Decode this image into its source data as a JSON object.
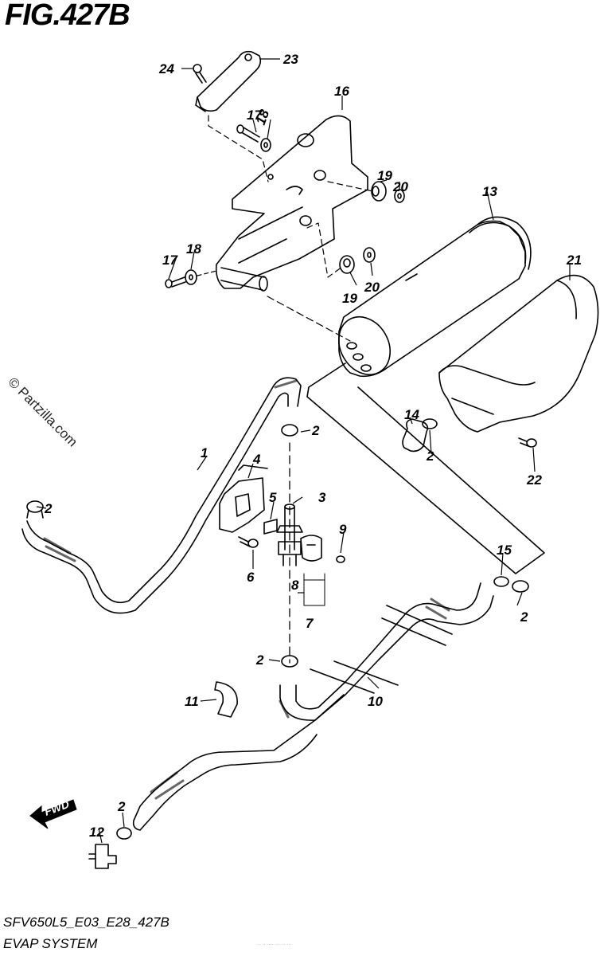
{
  "figure": {
    "title": "FIG.427B",
    "code": "SFV650L5_E03_E28_427B",
    "system": "EVAP SYSTEM",
    "watermark": "© Partzilla.com",
    "fwd_label": "FWD",
    "fine_print": "··· ·· ···· ···· ·· ···"
  },
  "callouts": [
    "1",
    "2",
    "2",
    "2",
    "2",
    "2",
    "2",
    "3",
    "4",
    "5",
    "6",
    "7",
    "8",
    "9",
    "10",
    "11",
    "12",
    "13",
    "14",
    "15",
    "16",
    "17",
    "17",
    "18",
    "18",
    "19",
    "19",
    "20",
    "20",
    "21",
    "22",
    "23",
    "24"
  ]
}
